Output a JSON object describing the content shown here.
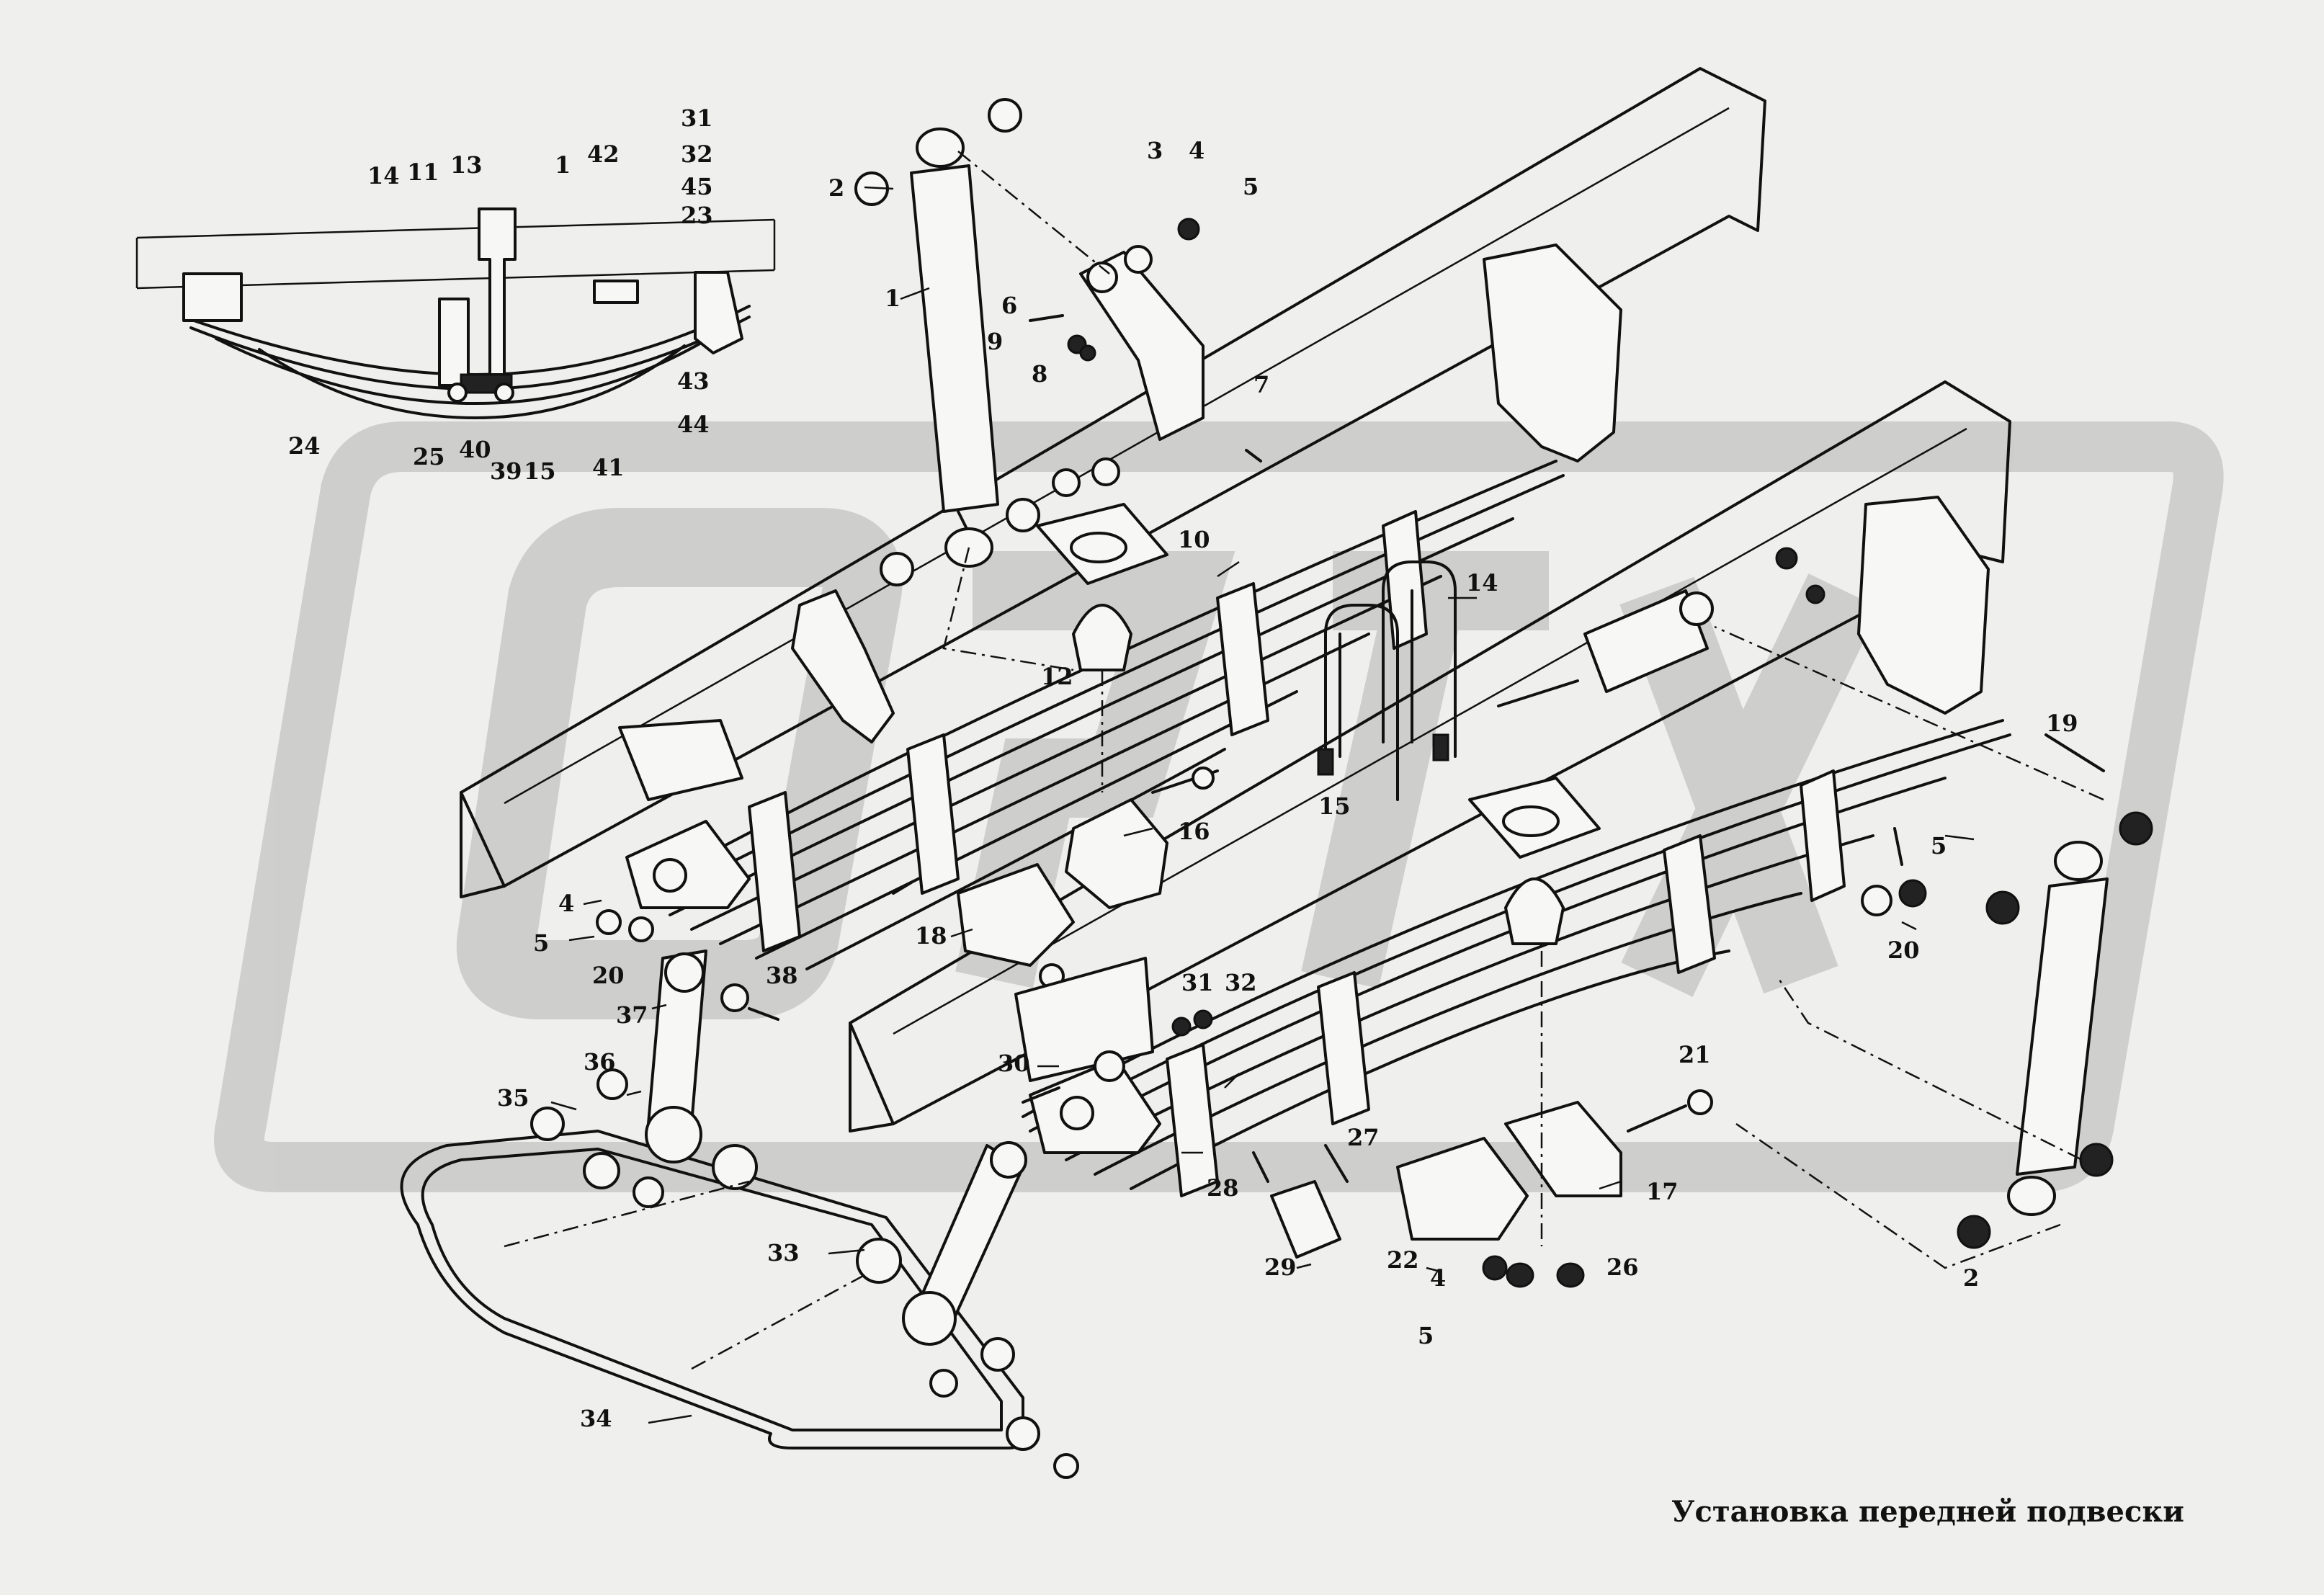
{
  "caption": "Установка передней подвески",
  "watermark": {
    "color": "#c9c9c7"
  },
  "colors": {
    "ink": "#111111",
    "background": "#efefed",
    "part_fill": "#f7f7f5"
  },
  "callouts": [
    {
      "id": "inset-14",
      "text": "14"
    },
    {
      "id": "inset-11",
      "text": "11"
    },
    {
      "id": "inset-13",
      "text": "13"
    },
    {
      "id": "inset-1",
      "text": "1"
    },
    {
      "id": "inset-42",
      "text": "42"
    },
    {
      "id": "inset-31",
      "text": "31"
    },
    {
      "id": "inset-32",
      "text": "32"
    },
    {
      "id": "inset-45",
      "text": "45"
    },
    {
      "id": "inset-23",
      "text": "23"
    },
    {
      "id": "inset-24",
      "text": "24"
    },
    {
      "id": "inset-25",
      "text": "25"
    },
    {
      "id": "inset-40",
      "text": "40"
    },
    {
      "id": "inset-39",
      "text": "39"
    },
    {
      "id": "inset-15",
      "text": "15"
    },
    {
      "id": "inset-41",
      "text": "41"
    },
    {
      "id": "inset-43",
      "text": "43"
    },
    {
      "id": "inset-44",
      "text": "44"
    },
    {
      "id": "p-2a",
      "text": "2"
    },
    {
      "id": "p-1",
      "text": "1"
    },
    {
      "id": "p-3",
      "text": "3"
    },
    {
      "id": "p-4a",
      "text": "4"
    },
    {
      "id": "p-5a",
      "text": "5"
    },
    {
      "id": "p-6",
      "text": "6"
    },
    {
      "id": "p-9",
      "text": "9"
    },
    {
      "id": "p-8",
      "text": "8"
    },
    {
      "id": "p-7",
      "text": "7"
    },
    {
      "id": "p-10",
      "text": "10"
    },
    {
      "id": "p-12",
      "text": "12"
    },
    {
      "id": "p-14",
      "text": "14"
    },
    {
      "id": "p-15",
      "text": "15"
    },
    {
      "id": "p-16",
      "text": "16"
    },
    {
      "id": "p-18",
      "text": "18"
    },
    {
      "id": "p-19",
      "text": "19"
    },
    {
      "id": "p-5b",
      "text": "5"
    },
    {
      "id": "p-20b",
      "text": "20"
    },
    {
      "id": "p-4b",
      "text": "4"
    },
    {
      "id": "p-5c",
      "text": "5"
    },
    {
      "id": "p-20a",
      "text": "20"
    },
    {
      "id": "p-38",
      "text": "38"
    },
    {
      "id": "p-37",
      "text": "37"
    },
    {
      "id": "p-31",
      "text": "31"
    },
    {
      "id": "p-32",
      "text": "32"
    },
    {
      "id": "p-30",
      "text": "30"
    },
    {
      "id": "p-36",
      "text": "36"
    },
    {
      "id": "p-35",
      "text": "35"
    },
    {
      "id": "p-21",
      "text": "21"
    },
    {
      "id": "p-27",
      "text": "27"
    },
    {
      "id": "p-28",
      "text": "28"
    },
    {
      "id": "p-17",
      "text": "17"
    },
    {
      "id": "p-33",
      "text": "33"
    },
    {
      "id": "p-29",
      "text": "29"
    },
    {
      "id": "p-22",
      "text": "22"
    },
    {
      "id": "p-4c",
      "text": "4"
    },
    {
      "id": "p-26",
      "text": "26"
    },
    {
      "id": "p-5d",
      "text": "5"
    },
    {
      "id": "p-2b",
      "text": "2"
    },
    {
      "id": "p-34",
      "text": "34"
    }
  ]
}
